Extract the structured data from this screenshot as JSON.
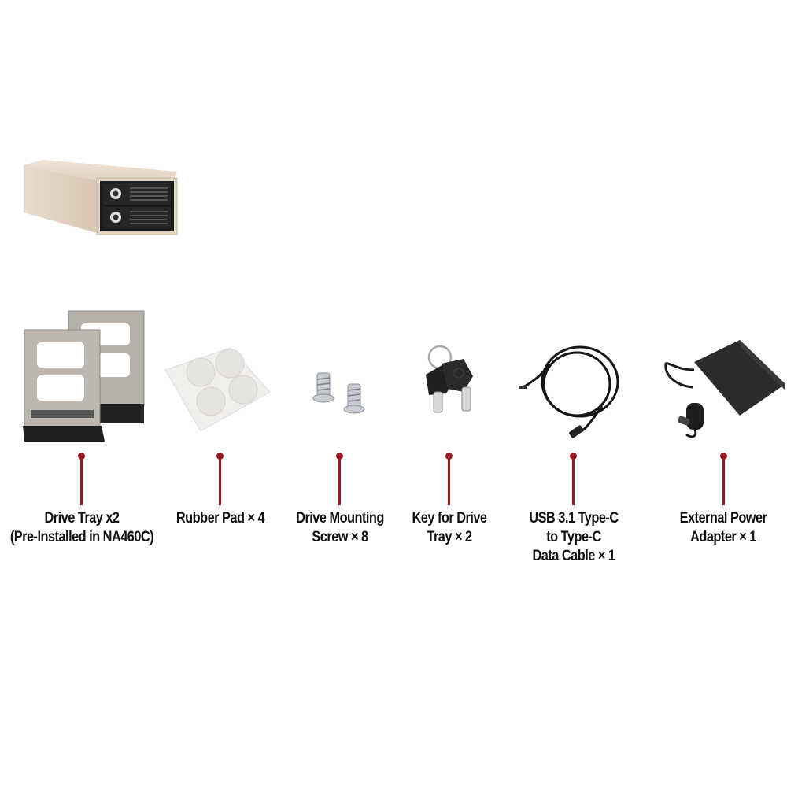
{
  "accent_color": "#9e1b24",
  "main_product": {
    "name": "NA460C enclosure",
    "icon": "drive-enclosure-icon"
  },
  "items": [
    {
      "icon": "drive-tray-icon",
      "lines": [
        "Drive Tray x2",
        "(Pre-Installed in NA460C)"
      ]
    },
    {
      "icon": "rubber-pad-icon",
      "lines": [
        "Rubber Pad × 4"
      ]
    },
    {
      "icon": "screw-icon",
      "lines": [
        "Drive Mounting",
        "Screw × 8"
      ]
    },
    {
      "icon": "key-icon",
      "lines": [
        "Key for Drive",
        "Tray × 2"
      ]
    },
    {
      "icon": "usb-cable-icon",
      "lines": [
        "USB 3.1 Type-C",
        "to Type-C",
        "Data Cable × 1"
      ]
    },
    {
      "icon": "power-adapter-icon",
      "lines": [
        "External Power",
        "Adapter × 1"
      ]
    }
  ]
}
